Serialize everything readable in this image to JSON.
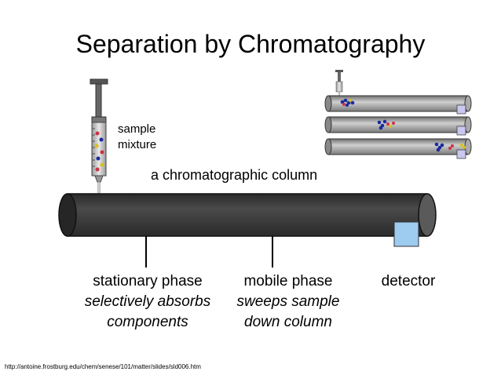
{
  "title": "Separation by Chromatography",
  "sample_label": {
    "line1": "sample",
    "line2": "mixture"
  },
  "column_label": "a chromatographic column",
  "stationary_phase": {
    "heading": "stationary phase",
    "line1": "selectively absorbs",
    "line2": "components"
  },
  "mobile_phase": {
    "heading": "mobile phase",
    "line1": "sweeps sample",
    "line2": "down column"
  },
  "detector_label": "detector",
  "source_url": "http://antoine.frostburg.edu/chem/senese/101/matter/slides/sld006.htm",
  "colors": {
    "column": "#3c3c3c",
    "column_dark": "#1e1e1e",
    "detector": "#9ecbf0",
    "mini_column": "#9a9a9a",
    "mini_detector": "#c8c8f0",
    "component_blue": "#1a2aa0",
    "component_red": "#cc3344",
    "component_yellow": "#d8c020"
  }
}
